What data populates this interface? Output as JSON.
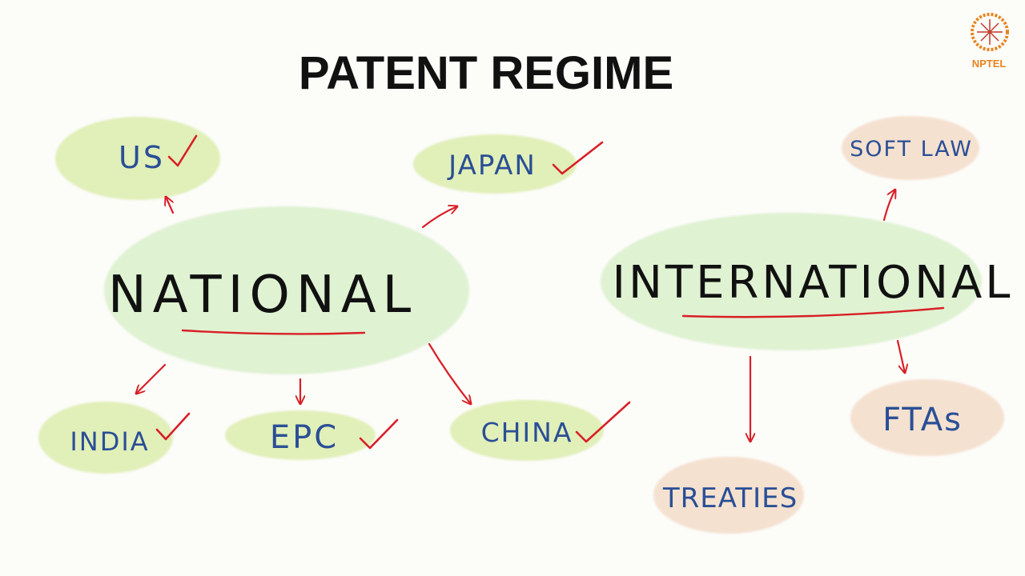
{
  "title": "PATENT REGIME",
  "logo": {
    "text": "NPTEL"
  },
  "colors": {
    "ink_blue": "#2a4f96",
    "ink_black": "#111111",
    "arrow_red": "#d81f26",
    "bubble_green": "#e1efb8",
    "bubble_light_green": "#dff2d2",
    "bubble_peach": "#f5e1d0",
    "logo_orange": "#e9831f"
  },
  "nodes": {
    "national": {
      "label": "NATIONAL",
      "underlined": true
    },
    "international": {
      "label": "INTERNATIONAL",
      "underlined": true
    },
    "us": {
      "label": "US",
      "checked": true
    },
    "japan": {
      "label": "JAPAN",
      "checked": true
    },
    "india": {
      "label": "INDIA",
      "checked": true
    },
    "epc": {
      "label": "EPC",
      "checked": true
    },
    "china": {
      "label": "CHINA",
      "checked": true
    },
    "soft_law": {
      "label": "SOFT LAW",
      "checked": false
    },
    "ftas": {
      "label": "FTAs",
      "checked": false
    },
    "treaties": {
      "label": "TREATIES",
      "checked": false
    }
  },
  "edges": [
    {
      "from": "national",
      "to": "us"
    },
    {
      "from": "national",
      "to": "japan"
    },
    {
      "from": "national",
      "to": "india"
    },
    {
      "from": "national",
      "to": "epc"
    },
    {
      "from": "national",
      "to": "china"
    },
    {
      "from": "international",
      "to": "soft_law"
    },
    {
      "from": "international",
      "to": "ftas"
    },
    {
      "from": "international",
      "to": "treaties"
    }
  ]
}
